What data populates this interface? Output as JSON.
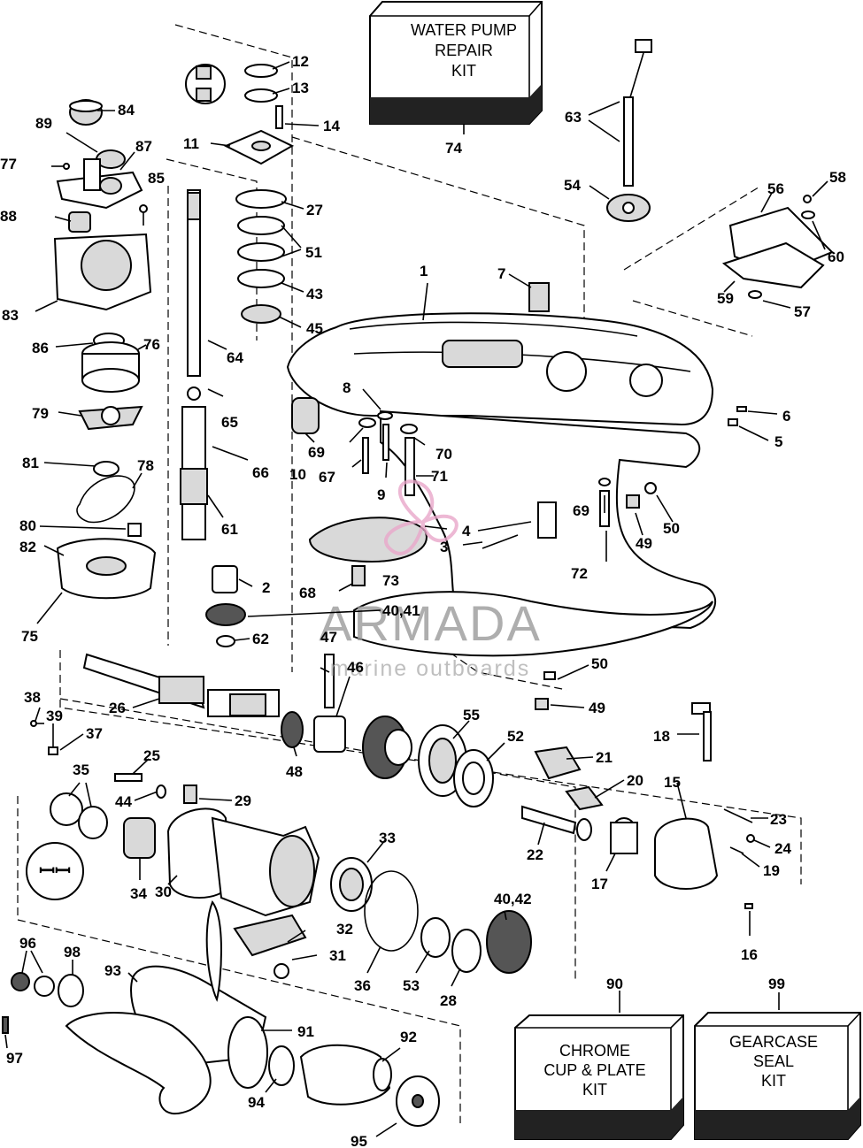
{
  "kits": {
    "water_pump": [
      "WATER PUMP",
      "REPAIR",
      "KIT"
    ],
    "chrome_cup": [
      "CHROME",
      "CUP & PLATE",
      "KIT"
    ],
    "gearcase_seal": [
      "GEARCASE",
      "SEAL",
      "KIT"
    ]
  },
  "watermark": {
    "brand": "ARMADA",
    "tagline": "marine outboards",
    "accent_color": "#e9a6c9"
  },
  "labels": {
    "p1": "1",
    "p2": "2",
    "p3": "3",
    "p4": "4",
    "p5": "5",
    "p6": "6",
    "p7": "7",
    "p8": "8",
    "p9": "9",
    "p10": "10",
    "p11": "11",
    "p12": "12",
    "p13": "13",
    "p14": "14",
    "p15": "15",
    "p16": "16",
    "p17": "17",
    "p18": "18",
    "p19": "19",
    "p20": "20",
    "p21": "21",
    "p22": "22",
    "p23": "23",
    "p24": "24",
    "p25": "25",
    "p26": "26",
    "p27": "27",
    "p28": "28",
    "p29": "29",
    "p30": "30",
    "p31": "31",
    "p32": "32",
    "p33": "33",
    "p34": "34",
    "p35": "35",
    "p36": "36",
    "p37": "37",
    "p38": "38",
    "p39": "39",
    "p4041": "40,41",
    "p4042": "40,42",
    "p43": "43",
    "p44": "44",
    "p45": "45",
    "p46": "46",
    "p47": "47",
    "p48": "48",
    "p49a": "49",
    "p49b": "49",
    "p50a": "50",
    "p50b": "50",
    "p51": "51",
    "p52": "52",
    "p53": "53",
    "p54": "54",
    "p55": "55",
    "p56": "56",
    "p57": "57",
    "p58": "58",
    "p59": "59",
    "p60": "60",
    "p61": "61",
    "p62": "62",
    "p63": "63",
    "p64": "64",
    "p65": "65",
    "p66": "66",
    "p67": "67",
    "p68": "68",
    "p69a": "69",
    "p69b": "69",
    "p70": "70",
    "p71": "71",
    "p72": "72",
    "p73": "73",
    "p74": "74",
    "p75": "75",
    "p76": "76",
    "p77": "77",
    "p78": "78",
    "p79": "79",
    "p80": "80",
    "p81": "81",
    "p82": "82",
    "p83": "83",
    "p84": "84",
    "p85": "85",
    "p86": "86",
    "p87": "87",
    "p88": "88",
    "p89": "89",
    "p90": "90",
    "p91": "91",
    "p92": "92",
    "p93": "93",
    "p94": "94",
    "p95": "95",
    "p96": "96",
    "p97": "97",
    "p98": "98",
    "p99": "99"
  }
}
